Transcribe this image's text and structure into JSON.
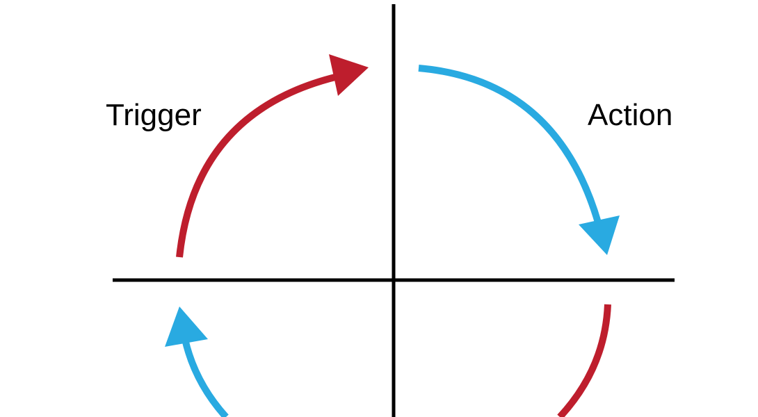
{
  "labels": {
    "trigger": "Trigger",
    "action": "Action"
  },
  "colors": {
    "trigger_arrow": "#be1e2d",
    "action_arrow": "#29aae1",
    "axes": "#000000",
    "background": "#ffffff"
  },
  "arrows": [
    {
      "name": "trigger-arrow-top-left",
      "color": "red",
      "direction": "clockwise",
      "from": "left",
      "to": "top"
    },
    {
      "name": "action-arrow-top-right",
      "color": "blue",
      "direction": "clockwise",
      "from": "top",
      "to": "right"
    },
    {
      "name": "arrow-bottom-right",
      "color": "red",
      "direction": "clockwise",
      "from": "right",
      "to": "bottom"
    },
    {
      "name": "arrow-bottom-left",
      "color": "blue",
      "direction": "clockwise",
      "from": "bottom",
      "to": "left"
    }
  ]
}
